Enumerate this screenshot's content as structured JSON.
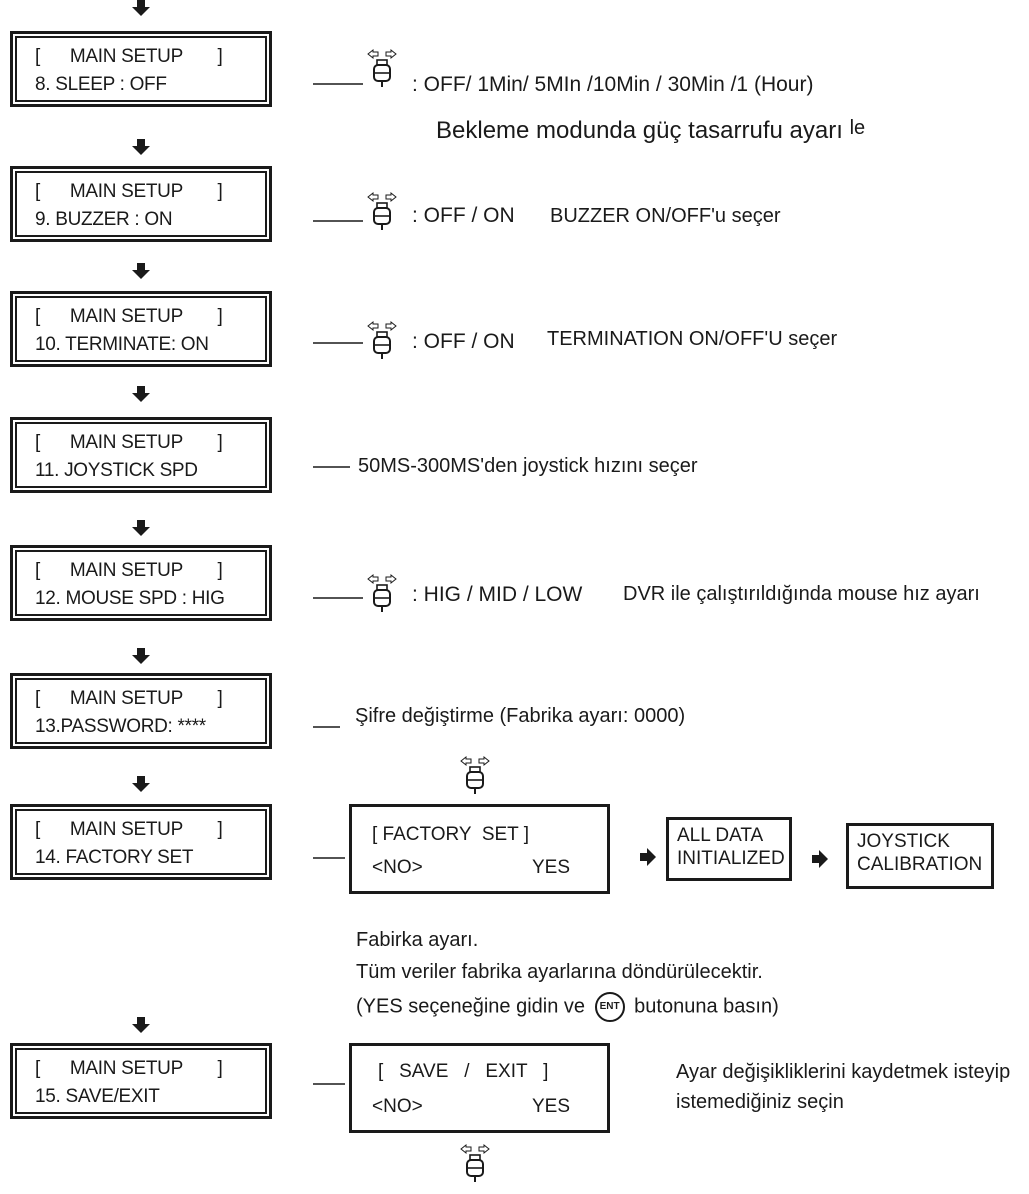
{
  "lcd_header": "[      MAIN SETUP       ]",
  "lcd_items": [
    {
      "line2": "8. SLEEP : OFF"
    },
    {
      "line2": "9. BUZZER : ON"
    },
    {
      "line2": "10. TERMINATE: ON"
    },
    {
      "line2": "11. JOYSTICK SPD"
    },
    {
      "line2": "12. MOUSE SPD : HIG"
    },
    {
      "line2": "13.PASSWORD: ****"
    },
    {
      "line2": "14. FACTORY SET"
    },
    {
      "line2": "15. SAVE/EXIT"
    }
  ],
  "descriptions": {
    "sleep_options": ": OFF/ 1Min/ 5MIn /10Min / 30Min /1 (Hour)",
    "sleep_desc": "Bekleme modunda güç tasarrufu ayarı",
    "sleep_desc_tail": "le",
    "buzzer_options": ": OFF / ON",
    "buzzer_desc": "BUZZER ON/OFF'u seçer",
    "terminate_options": ": OFF / ON",
    "terminate_desc": "TERMINATION ON/OFF'U seçer",
    "joystick_desc": "50MS-300MS'den joystick hızını seçer",
    "mouse_options": ": HIG / MID / LOW",
    "mouse_desc": "DVR ile çalıştırıldığında mouse hız ayarı",
    "password_desc": "Şifre değiştirme (Fabrika ayarı: 0000)",
    "factory_note_1": "Fabirka ayarı.",
    "factory_note_2": "Tüm veriler fabrika ayarlarına döndürülecektir.",
    "factory_note_3a": "(YES seçeneğine gidin ve",
    "factory_note_3b": "butonuna basın)",
    "ent_label": "ENT",
    "save_desc_1": "Ayar değişikliklerini kaydetmek isteyip",
    "save_desc_2": "istemediğiniz seçin"
  },
  "factory_dialog": {
    "line1": "[ FACTORY  SET ]",
    "no": "<NO>",
    "yes": "YES"
  },
  "save_dialog": {
    "line1": "[   SAVE   /   EXIT   ]",
    "no": "<NO>",
    "yes": "YES"
  },
  "factory_steps": {
    "all_data_1": "ALL DATA",
    "all_data_2": "INITIALIZED",
    "joystick_1": "JOYSTICK",
    "joystick_2": "CALIBRATION"
  }
}
